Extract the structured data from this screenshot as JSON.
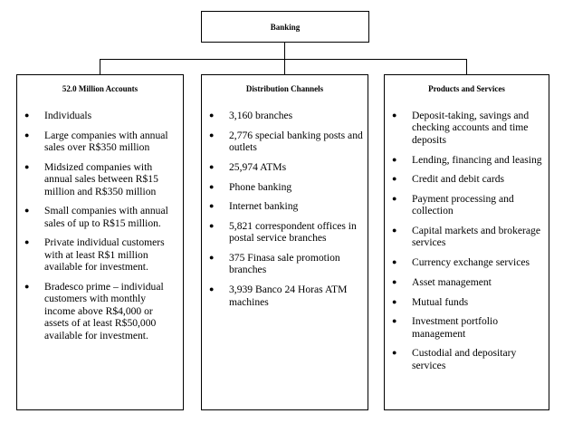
{
  "root": {
    "label": "Banking"
  },
  "columns": [
    {
      "header": "52.0 Million Accounts",
      "items": [
        "Individuals",
        "Large companies with annual sales over R$350 million",
        "Midsized companies with annual sales between R$15 million and R$350 million",
        "Small companies with annual sales of up to R$15 million.",
        "Private individual customers with at least R$1 million available for investment.",
        "Bradesco prime – individual customers with monthly income above R$4,000 or assets of at least R$50,000 available for investment."
      ]
    },
    {
      "header": "Distribution Channels",
      "items": [
        "3,160 branches",
        "2,776 special banking posts and outlets",
        "25,974 ATMs",
        "Phone banking",
        "Internet banking",
        "5,821 correspondent offices in postal service branches",
        "375 Finasa sale promotion branches",
        "3,939 Banco 24 Horas ATM machines"
      ]
    },
    {
      "header": "Products and Services",
      "items": [
        "Deposit-taking, savings and checking accounts and time deposits",
        "Lending, financing and leasing",
        "Credit and debit cards",
        "Payment processing and collection",
        "Capital markets and brokerage services",
        "Currency exchange services",
        "Asset management",
        "Mutual funds",
        "Investment portfolio management",
        "Custodial and depositary services"
      ]
    }
  ],
  "bullet_char": "●"
}
